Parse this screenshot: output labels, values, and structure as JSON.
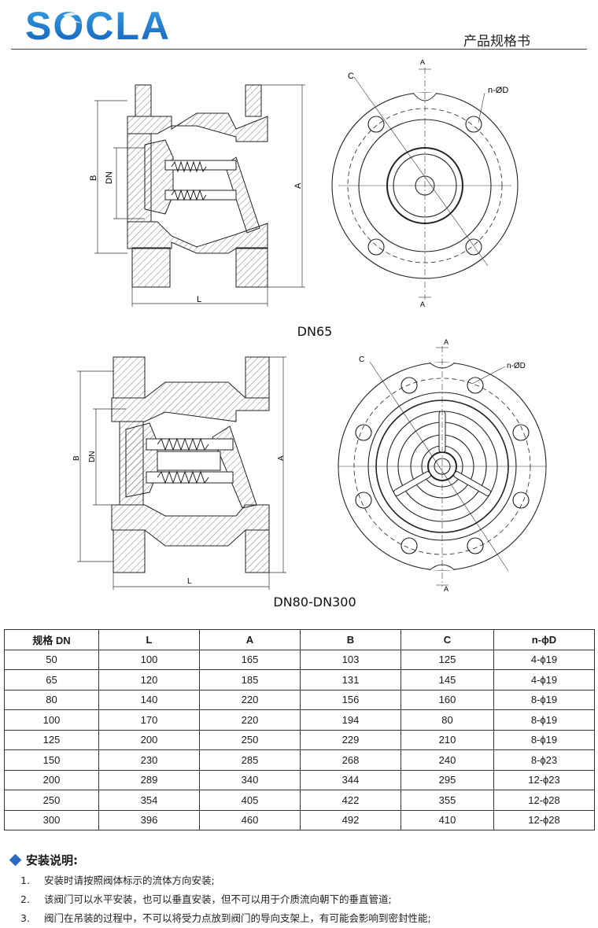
{
  "header": {
    "logo_text": "SOCLA",
    "doc_title": "产品规格书",
    "brand_color": "#1f7fd1"
  },
  "drawing1": {
    "caption": "DN65",
    "labels": {
      "B": "B",
      "DN": "DN",
      "A": "A",
      "L": "L",
      "C": "C",
      "nD": "n-ØD",
      "section_top": "A",
      "section_bottom": "A"
    }
  },
  "drawing2": {
    "caption": "DN80-DN300",
    "labels": {
      "B": "B",
      "DN": "DN",
      "A": "A",
      "L": "L",
      "C": "C",
      "nD": "n-ØD",
      "section_top": "A",
      "section_bottom": "A"
    }
  },
  "spec_table": {
    "headers": [
      "规格 DN",
      "L",
      "A",
      "B",
      "C",
      "n-ϕD"
    ],
    "rows": [
      [
        "50",
        "100",
        "165",
        "103",
        "125",
        "4-ϕ19"
      ],
      [
        "65",
        "120",
        "185",
        "131",
        "145",
        "4-ϕ19"
      ],
      [
        "80",
        "140",
        "220",
        "156",
        "160",
        "8-ϕ19"
      ],
      [
        "100",
        "170",
        "220",
        "194",
        "80",
        "8-ϕ19"
      ],
      [
        "125",
        "200",
        "250",
        "229",
        "210",
        "8-ϕ19"
      ],
      [
        "150",
        "230",
        "285",
        "268",
        "240",
        "8-ϕ23"
      ],
      [
        "200",
        "289",
        "340",
        "344",
        "295",
        "12-ϕ23"
      ],
      [
        "250",
        "354",
        "405",
        "422",
        "355",
        "12-ϕ28"
      ],
      [
        "300",
        "396",
        "460",
        "492",
        "410",
        "12-ϕ28"
      ]
    ]
  },
  "install_notes": {
    "heading": "安装说明:",
    "items": [
      {
        "num": "1.",
        "text": "安装时请按照阀体标示的流体方向安装;"
      },
      {
        "num": "2.",
        "text": "该阀门可以水平安装，也可以垂直安装，但不可以用于介质流向朝下的垂直管道;"
      },
      {
        "num": "3.",
        "text": "阀门在吊装的过程中，不可以将受力点放到阀门的导向支架上，有可能会影响到密封性能;"
      }
    ]
  }
}
